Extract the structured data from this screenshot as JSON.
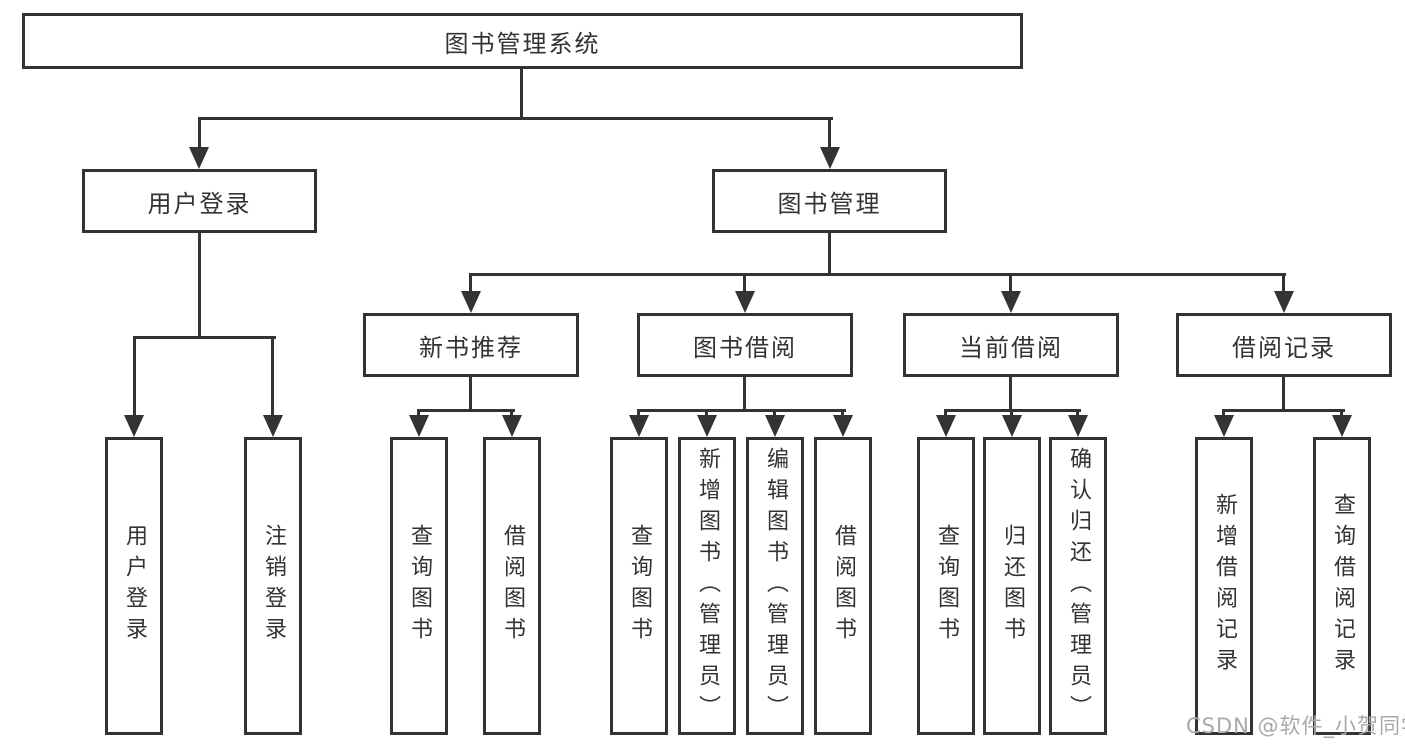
{
  "diagram": {
    "title": "图书管理系统",
    "level2": [
      {
        "label": "用户登录"
      },
      {
        "label": "图书管理"
      }
    ],
    "level3": [
      {
        "label": "新书推荐"
      },
      {
        "label": "图书借阅"
      },
      {
        "label": "当前借阅"
      },
      {
        "label": "借阅记录"
      }
    ],
    "level4": {
      "user_login": [
        {
          "label": "用户登录"
        },
        {
          "label": "注销登录"
        }
      ],
      "new_book_recommend": [
        {
          "label": "查询图书"
        },
        {
          "label": "借阅图书"
        }
      ],
      "book_borrowing": [
        {
          "label": "查询图书"
        },
        {
          "label": "新增图书（管理员）"
        },
        {
          "label": "编辑图书（管理员）"
        },
        {
          "label": "借阅图书"
        }
      ],
      "current_borrowing": [
        {
          "label": "查询图书"
        },
        {
          "label": "归还图书"
        },
        {
          "label": "确认归还（管理员）"
        }
      ],
      "borrowing_records": [
        {
          "label": "新增借阅记录"
        },
        {
          "label": "查询借阅记录"
        }
      ]
    },
    "watermark": "CSDN @软件_小贺同学",
    "colors": {
      "line": "#333333",
      "text": "#333333",
      "watermark": "#a9a9a9",
      "background": "#ffffff"
    }
  }
}
